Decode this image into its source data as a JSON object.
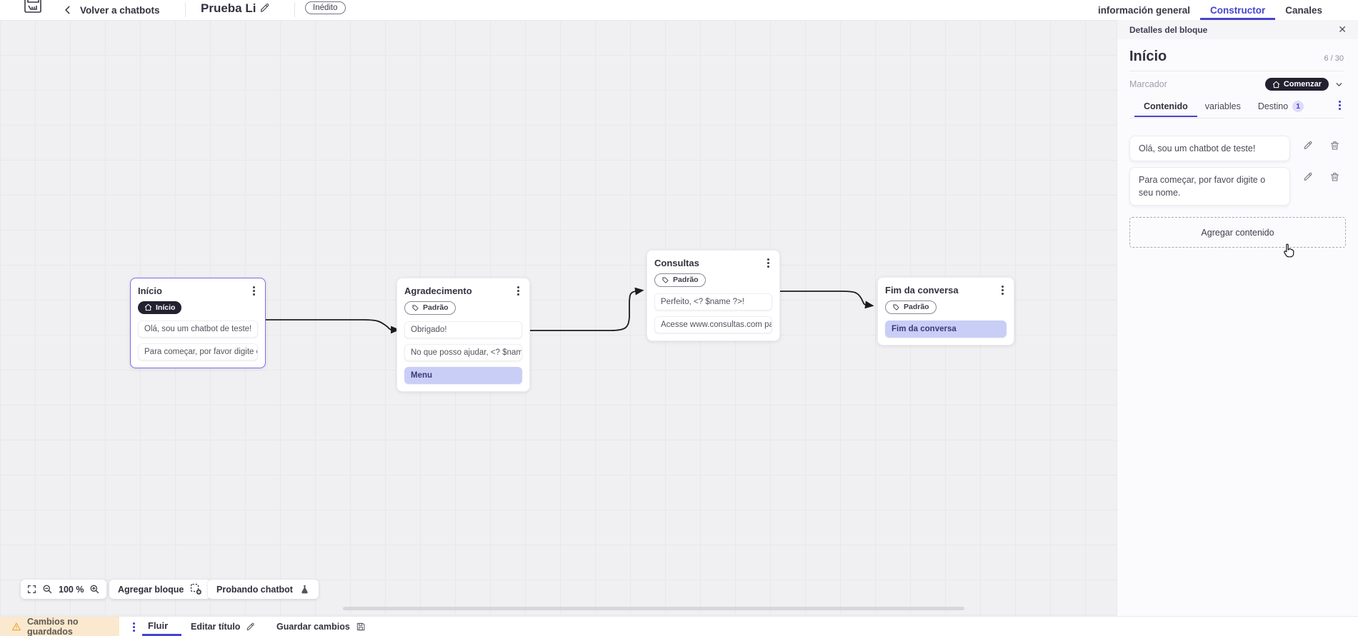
{
  "colors": {
    "accent": "#4744ce",
    "dark_pill": "#232030",
    "selection": "#7b6cf0",
    "action_card": "#c9cef7",
    "warning_bg": "#fbe9cf",
    "edge": "#1b1b1f"
  },
  "icons": {
    "close": "✕"
  },
  "topbar": {
    "back_label": "Volver a chatbots",
    "title": "Prueba Li",
    "status_badge": "Inédito",
    "tabs": [
      {
        "label": "información general"
      },
      {
        "label": "Constructor"
      },
      {
        "label": "Canales"
      }
    ]
  },
  "canvas": {
    "zoom_level": "100 %",
    "add_block_label": "Agregar bloque",
    "test_chatbot_label": "Probando chatbot",
    "nodes": [
      {
        "title": "Início",
        "badge": "Início",
        "cards": [
          {
            "text": "Olá, sou um chatbot de teste!"
          },
          {
            "text": "Para começar, por favor digite o ..."
          }
        ]
      },
      {
        "title": "Agradecimento",
        "badge": "Padrão",
        "cards": [
          {
            "text": "Obrigado!"
          },
          {
            "text": "No que posso ajudar, <? $name ..."
          },
          {
            "text": "Menu"
          }
        ]
      },
      {
        "title": "Consultas",
        "badge": "Padrão",
        "cards": [
          {
            "text": "Perfeito, <? $name ?>!"
          },
          {
            "text": "Acesse www.consultas.com par..."
          }
        ]
      },
      {
        "title": "Fim da conversa",
        "badge": "Padrão",
        "cards": [
          {
            "text": "Fim da conversa"
          }
        ]
      }
    ]
  },
  "panel": {
    "header": "Detalles del bloque",
    "block_name": "Início",
    "char_counter": "6 / 30",
    "marker_label": "Marcador",
    "marker_value": "Comenzar",
    "tabs": [
      "Contenido",
      "variables",
      "Destino"
    ],
    "destino_badge": "1",
    "contents": [
      "Olá, sou um chatbot de teste!",
      "Para começar, por favor digite o seu nome."
    ],
    "add_content_label": "Agregar contenido"
  },
  "bottombar": {
    "unsaved_label": "Cambios no guardados",
    "flow_tab": "Fluir",
    "edit_title_label": "Editar título",
    "save_label": "Guardar cambios"
  }
}
